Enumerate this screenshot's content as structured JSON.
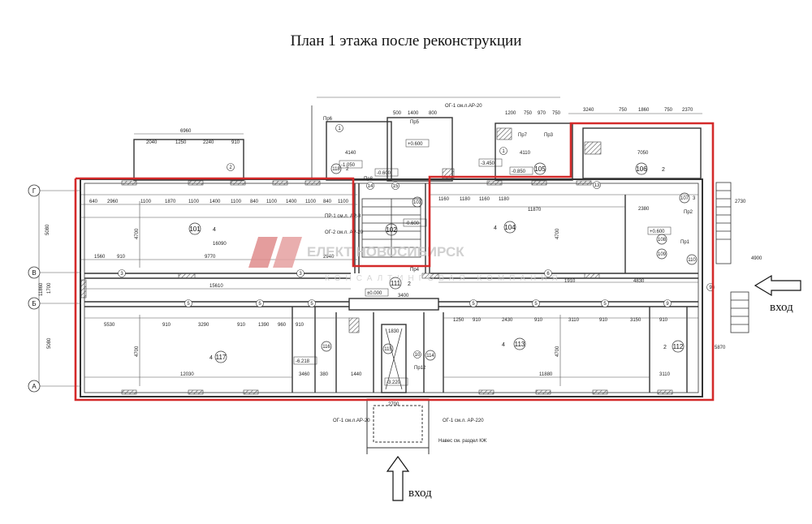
{
  "title": "План 1 этажа после реконструкции",
  "entries": {
    "right": "вход",
    "bottom": "вход"
  },
  "watermark": {
    "brand": "ЕЛЕКТ НОВОСИБИРСК",
    "tagline": "КОНСАЛТИНГОВАЯ КОМПАНИЯ"
  },
  "axes": [
    "Г",
    "В",
    "Б",
    "А"
  ],
  "colors": {
    "highlight": "#d42a2a",
    "lines": "#333333",
    "hatch": "#555555"
  },
  "rooms": [
    {
      "num": "101",
      "cls": "4"
    },
    {
      "num": "102"
    },
    {
      "num": "103"
    },
    {
      "num": "104",
      "cls": "4"
    },
    {
      "num": "105"
    },
    {
      "num": "106",
      "cls": "2"
    },
    {
      "num": "107",
      "cls": "3"
    },
    {
      "num": "108"
    },
    {
      "num": "109"
    },
    {
      "num": "110"
    },
    {
      "num": "111",
      "cls": "2"
    },
    {
      "num": "112",
      "cls": "2"
    },
    {
      "num": "113",
      "cls": "4"
    },
    {
      "num": "114"
    },
    {
      "num": "115"
    },
    {
      "num": "116"
    },
    {
      "num": "117",
      "cls": "4"
    },
    {
      "num": "118",
      "cls": "2"
    }
  ],
  "dims": {
    "top_left": [
      "640",
      "2960",
      "1100",
      "1870",
      "1100",
      "1400",
      "1100",
      "840",
      "1100",
      "1400",
      "1100",
      "840",
      "1100"
    ],
    "top_right": [
      "1160",
      "1180",
      "1160",
      "1180"
    ],
    "span_11870": "11870",
    "span_16090": "16090",
    "span_15610": "15610",
    "span_12030": "12030",
    "span_11880": "11880",
    "mid_left": [
      "1560",
      "910",
      "9770",
      "2940"
    ],
    "lower_left": [
      "5530",
      "910",
      "3290",
      "910",
      "1390",
      "960",
      "910"
    ],
    "lower_right": [
      "1250",
      "910",
      "2430",
      "910",
      "3110",
      "910",
      "3150",
      "910"
    ],
    "right_col": [
      "3110",
      "2730",
      "5870",
      "4900"
    ],
    "top_far": [
      "3240",
      "750",
      "1860",
      "750",
      "2370"
    ],
    "top_mid": [
      "500",
      "1400",
      "800",
      "1200",
      "750",
      "970",
      "750"
    ],
    "left_top": [
      "6960",
      "2040",
      "1250",
      "2240",
      "910"
    ],
    "left_vertical": [
      "5080",
      "11860",
      "1700",
      "5080"
    ],
    "h4700": "4700",
    "misc": [
      "3460",
      "380",
      "1440",
      "1830",
      "2700",
      "3400",
      "4830",
      "1910",
      "7050",
      "2380",
      "4110",
      "4140"
    ]
  },
  "levels": [
    "-1.050",
    "-0.600",
    "+0.600",
    "-3.450",
    "-0.850",
    "-0.600",
    "-6.218",
    "-3.220",
    "±0.000",
    "+0.600"
  ],
  "notes": [
    "ОГ-1 см.л.АР-20",
    "ОГ-1 см.л. АР-220",
    "ОГ-2 см.л. АР-20",
    "ПР-1 см.л. АР-8",
    "Навес см. раздел КЖ",
    "ОГ-1 см.л.АР-20"
  ],
  "openings": [
    "Пр6",
    "Пр5",
    "Пр7",
    "Пр8",
    "Пр4",
    "Пр3",
    "Пр2",
    "Пр1",
    "Пр12"
  ],
  "small_nums": [
    "1",
    "2",
    "3",
    "4",
    "5",
    "6",
    "7",
    "8",
    "9",
    "10",
    "11",
    "12",
    "13",
    "14",
    "15"
  ]
}
